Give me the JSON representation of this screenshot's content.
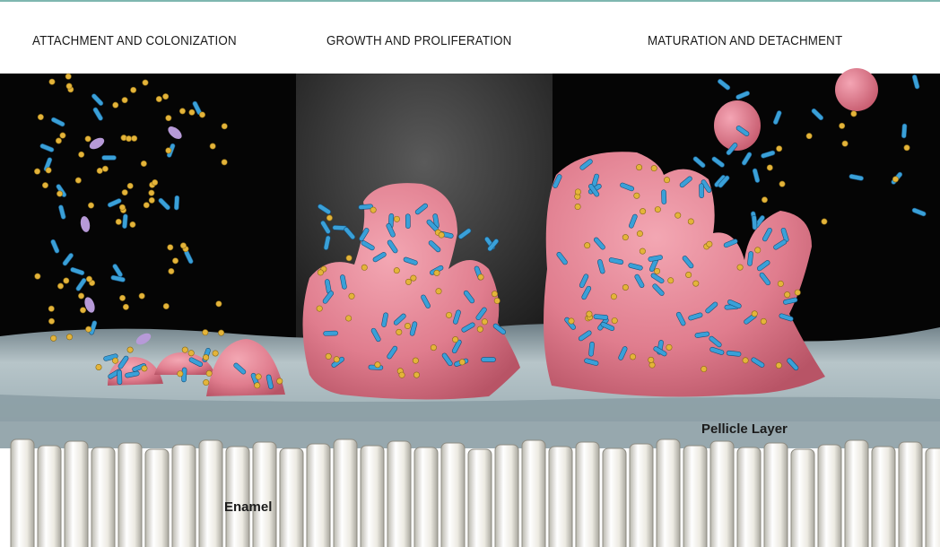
{
  "stages": [
    {
      "label": "ATTACHMENT AND COLONIZATION"
    },
    {
      "label": "GROWTH AND PROLIFERATION"
    },
    {
      "label": "MATURATION AND DETACHMENT"
    }
  ],
  "layers": {
    "pellicle_label": "Pellicle Layer",
    "enamel_label": "Enamel"
  },
  "colors": {
    "background_dark": "#050505",
    "center_panel": "#3b3b3b",
    "biofilm": "#e07d8e",
    "bacteria_rod": "#3aa0d8",
    "cocci": "#e4b43a",
    "pellicle": "#a8b8bd",
    "enamel": "#efeee6"
  }
}
